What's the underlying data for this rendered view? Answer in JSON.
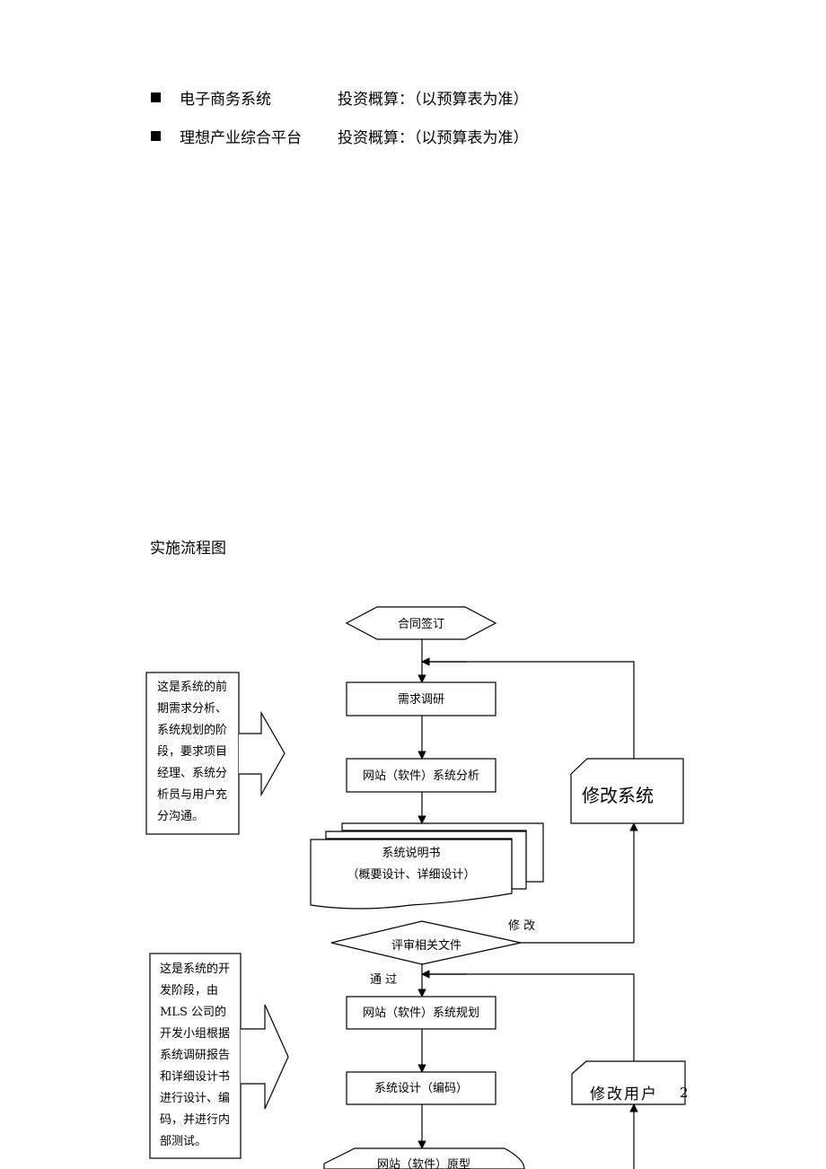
{
  "investment_items": [
    {
      "name": "电子商务系统",
      "budget": "投资概算：（以预算表为准）"
    },
    {
      "name": "理想产业综合平台",
      "budget": "投资概算：（以预算表为准）"
    }
  ],
  "section_title": "实施流程图",
  "flowchart": {
    "contract_signing": "合同签订",
    "requirements_research": "需求调研",
    "system_analysis": "网站（软件）系统分析",
    "spec_doc_line1": "系统说明书",
    "spec_doc_line2": "（概要设计、详细设计）",
    "review_docs": "评审相关文件",
    "label_modify": "修 改",
    "label_pass": "通 过",
    "modify_system": "修改系统",
    "system_planning": "网站（软件）系统规划",
    "system_design": "系统设计（编码）",
    "prototype": "网站（软件）原型",
    "modify_user": "修改用户",
    "page_number": "2",
    "note_phase1": [
      "这是系统的前",
      "期需求分析、",
      "系统规划的阶",
      "段，要求项目",
      "经理、系统分",
      "析员与用户充",
      "分沟通。"
    ],
    "note_phase2": [
      "这是系统的开",
      "发阶段，由",
      "MLS 公司的",
      "开发小组根据",
      "系统调研报告",
      "和详细设计书",
      "进行设计、编",
      "码，并进行内",
      "部测试。"
    ]
  }
}
